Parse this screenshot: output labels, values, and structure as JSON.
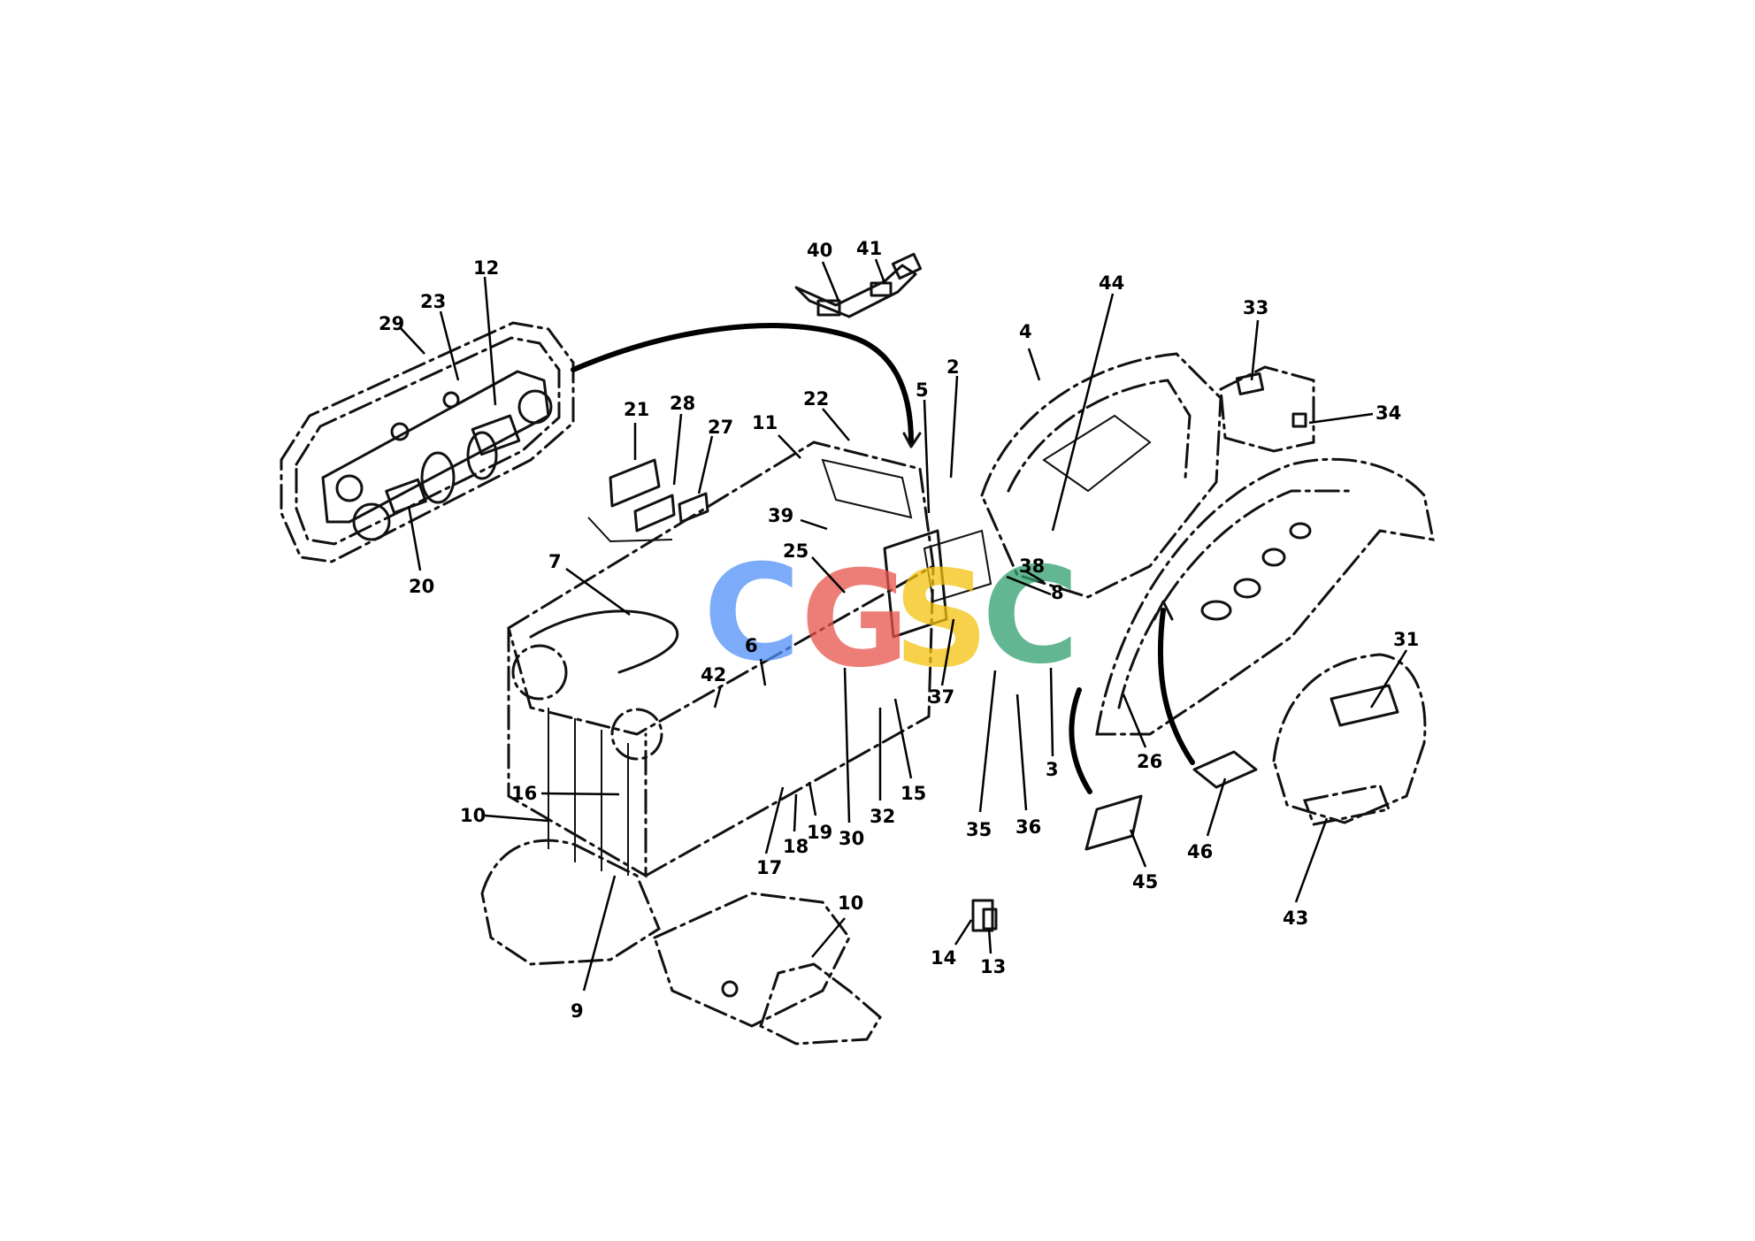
{
  "watermark": {
    "letters": [
      "C",
      "G",
      "S",
      "C"
    ],
    "colors": [
      "#4f8ff7",
      "#e8534a",
      "#f4c20d",
      "#2f9e6e"
    ]
  },
  "callouts": [
    {
      "id": "c1",
      "text": "2"
    },
    {
      "id": "c2",
      "text": "3"
    },
    {
      "id": "c3",
      "text": "4"
    },
    {
      "id": "c4",
      "text": "5"
    },
    {
      "id": "c5",
      "text": "6"
    },
    {
      "id": "c6",
      "text": "7"
    },
    {
      "id": "c7",
      "text": "8"
    },
    {
      "id": "c8",
      "text": "9"
    },
    {
      "id": "c9",
      "text": "10"
    },
    {
      "id": "c10",
      "text": "10"
    },
    {
      "id": "c11",
      "text": "11"
    },
    {
      "id": "c12",
      "text": "12"
    },
    {
      "id": "c13",
      "text": "13"
    },
    {
      "id": "c14",
      "text": "14"
    },
    {
      "id": "c15",
      "text": "15"
    },
    {
      "id": "c16",
      "text": "16"
    },
    {
      "id": "c17",
      "text": "17"
    },
    {
      "id": "c18",
      "text": "18"
    },
    {
      "id": "c19",
      "text": "19"
    },
    {
      "id": "c20",
      "text": "20"
    },
    {
      "id": "c21",
      "text": "21"
    },
    {
      "id": "c22",
      "text": "22"
    },
    {
      "id": "c23",
      "text": "23"
    },
    {
      "id": "c24",
      "text": "25"
    },
    {
      "id": "c25",
      "text": "26"
    },
    {
      "id": "c26",
      "text": "27"
    },
    {
      "id": "c27",
      "text": "28"
    },
    {
      "id": "c28",
      "text": "29"
    },
    {
      "id": "c29",
      "text": "30"
    },
    {
      "id": "c30",
      "text": "31"
    },
    {
      "id": "c31",
      "text": "32"
    },
    {
      "id": "c32",
      "text": "33"
    },
    {
      "id": "c33",
      "text": "34"
    },
    {
      "id": "c34",
      "text": "35"
    },
    {
      "id": "c35",
      "text": "36"
    },
    {
      "id": "c36",
      "text": "37"
    },
    {
      "id": "c37",
      "text": "38"
    },
    {
      "id": "c38",
      "text": "39"
    },
    {
      "id": "c39",
      "text": "40"
    },
    {
      "id": "c40",
      "text": "41"
    },
    {
      "id": "c41",
      "text": "42"
    },
    {
      "id": "c42",
      "text": "43"
    },
    {
      "id": "c43",
      "text": "44"
    },
    {
      "id": "c44",
      "text": "45"
    },
    {
      "id": "c45",
      "text": "46"
    }
  ]
}
